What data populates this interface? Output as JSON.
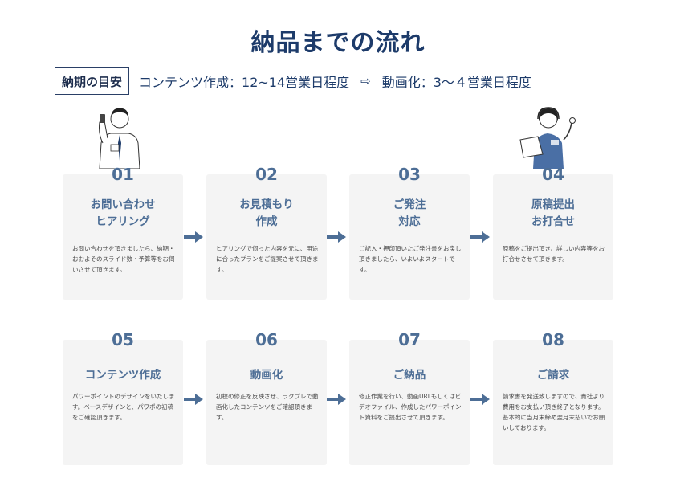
{
  "title": "納品までの流れ",
  "lead": {
    "badge": "納期の目安",
    "content": "コンテンツ作成：12~14営業日程度",
    "arrow": "⇨",
    "video": "動画化：3〜４営業日程度"
  },
  "steps": [
    {
      "num": "01",
      "title": "お問い合わせ\nヒアリング",
      "body": "お問い合わせを頂きましたら、納期・おおよそのスライド数・予算等をお伺いさせて頂きます。"
    },
    {
      "num": "02",
      "title": "お見積もり\n作成",
      "body": "ヒアリングで伺った内容を元に、用途に合ったプランをご提案させて頂きます。"
    },
    {
      "num": "03",
      "title": "ご発注\n対応",
      "body": "ご記入・押印頂いたご発注書をお戻し頂きましたら、いよいよスタートです。"
    },
    {
      "num": "04",
      "title": "原稿提出\nお打合せ",
      "body": "原稿をご提出頂き、詳しい内容等をお打合せさせて頂きます。"
    },
    {
      "num": "05",
      "title": "コンテンツ作成",
      "body": "パワーポイントのデザインをいたします。ベースデザインと、パワポの初稿をご確認頂きます。"
    },
    {
      "num": "06",
      "title": "動画化",
      "body": "初校の修正を反映させ、ラクプレで動画化したコンテンツをご確認頂きます。"
    },
    {
      "num": "07",
      "title": "ご納品",
      "body": "修正作業を行い、動画URLもしくはビデオファイル、作成したパワーポイント資料をご提出させて頂きます。"
    },
    {
      "num": "08",
      "title": "ご請求",
      "body": "請求書を発送致しますので、貴社より費用をお支払い頂き終了となります。基本的に当月末締め翌月末払いでお願いしております。"
    }
  ],
  "colors": {
    "accent": "#4d6e96",
    "title": "#1d3b6a",
    "card": "#f4f4f4",
    "arrow": "#4d6e96"
  },
  "icons": [
    "man-holding-phone-illustration",
    "woman-headset-laptop-illustration",
    "right-arrow-icon"
  ]
}
